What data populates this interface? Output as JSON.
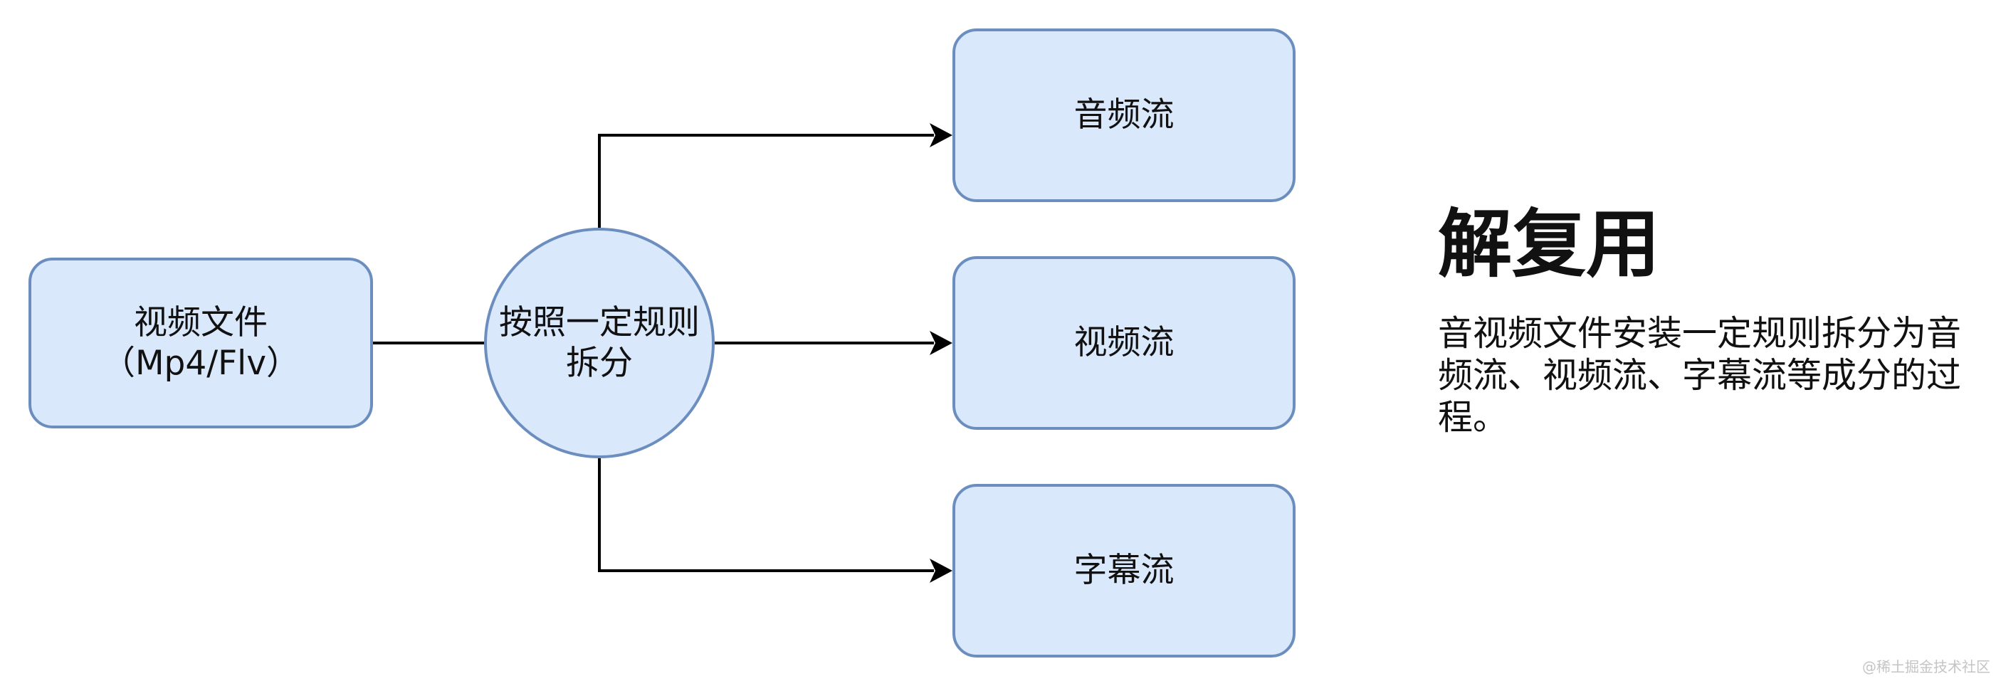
{
  "diagram": {
    "source_node": {
      "label": "视频文件\n（Mp4/Flv）"
    },
    "split_node": {
      "label": "按照一定规则\n拆分"
    },
    "outputs": [
      {
        "label": "音频流"
      },
      {
        "label": "视频流"
      },
      {
        "label": "字幕流"
      }
    ],
    "colors": {
      "node_fill": "#dae8fc",
      "node_stroke": "#6c8ebf",
      "edge": "#000000"
    }
  },
  "explanation": {
    "title": "解复用",
    "description": "音视频文件安装一定规则拆分为音频流、视频流、字幕流等成分的过程。"
  },
  "watermark": "@稀土掘金技术社区"
}
